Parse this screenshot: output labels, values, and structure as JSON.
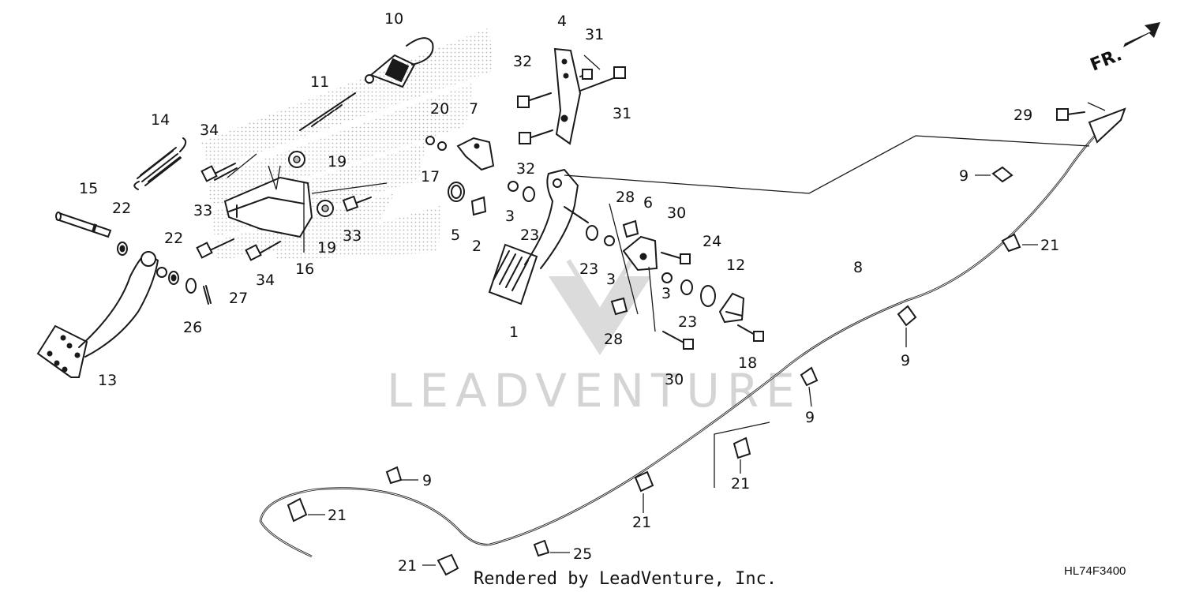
{
  "diagram": {
    "part_labels": [
      "1",
      "2",
      "3",
      "4",
      "5",
      "6",
      "7",
      "8",
      "9",
      "10",
      "11",
      "12",
      "13",
      "14",
      "15",
      "16",
      "17",
      "18",
      "19",
      "20",
      "21",
      "22",
      "23",
      "24",
      "25",
      "26",
      "27",
      "28",
      "29",
      "30",
      "31",
      "32",
      "33",
      "34"
    ],
    "front_indicator": "FR.",
    "watermark_text": "LEADVENTURE",
    "credit_text": "Rendered by LeadVenture, Inc.",
    "diagram_code": "HL74F3400"
  }
}
